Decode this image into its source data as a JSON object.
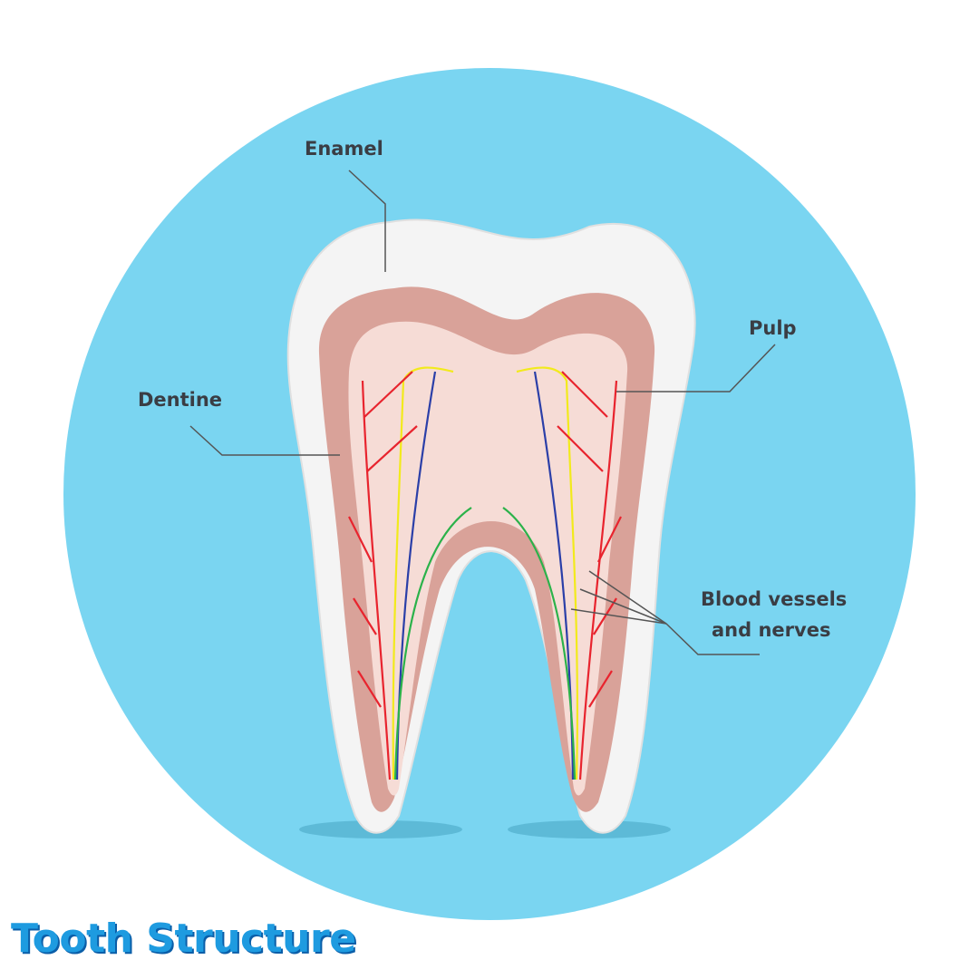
{
  "title": "Tooth Structure",
  "labels": {
    "enamel": "Enamel",
    "pulp": "Pulp",
    "dentine": "Dentine",
    "vessels_line1": "Blood vessels",
    "vessels_line2": "and nerves"
  },
  "colors": {
    "background_circle": "#7ad5f1",
    "title": "#1e9be0",
    "label_text": "#3a3d44",
    "enamel": "#f4f4f4",
    "dentine": "#d9a299",
    "pulp": "#f6dcd6",
    "blood_vessel": "#e8242e",
    "nerve_yellow": "#f2ea1c",
    "vein_blue": "#2b3fa8",
    "green": "#2bb24a"
  }
}
